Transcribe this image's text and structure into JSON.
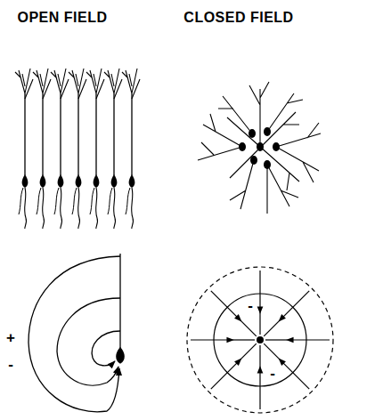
{
  "diagram": {
    "labels": [
      "OPEN FIELD",
      "CLOSED FIELD",
      "+",
      "-",
      "-",
      "-"
    ]
  }
}
